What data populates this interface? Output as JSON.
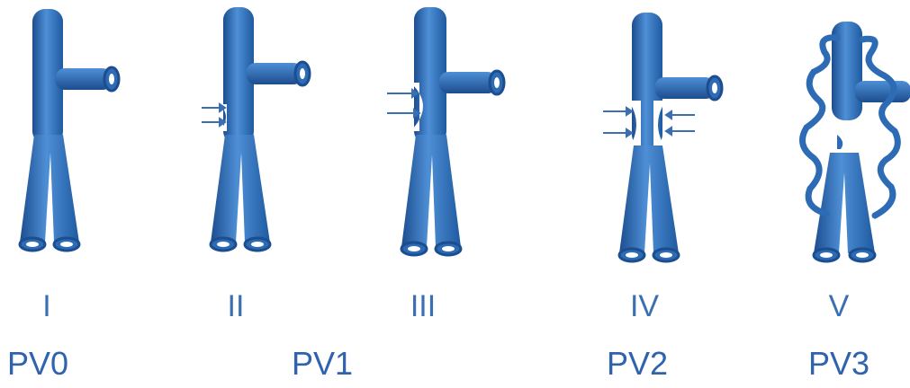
{
  "figures": [
    {
      "roman": "I",
      "stenosis": "none"
    },
    {
      "roman": "II",
      "stenosis": "mild-one-side"
    },
    {
      "roman": "III",
      "stenosis": "moderate-one-side"
    },
    {
      "roman": "IV",
      "stenosis": "bilateral"
    },
    {
      "roman": "V",
      "stenosis": "occlusion-with-collaterals"
    }
  ],
  "grades": [
    "PV0",
    "PV1",
    "PV2",
    "PV3"
  ],
  "colors": {
    "vessel": "#2d6bb5",
    "vessel_dark": "#1c4d8f",
    "vessel_light": "#4e8fd6",
    "label": "#3a6fb2"
  }
}
